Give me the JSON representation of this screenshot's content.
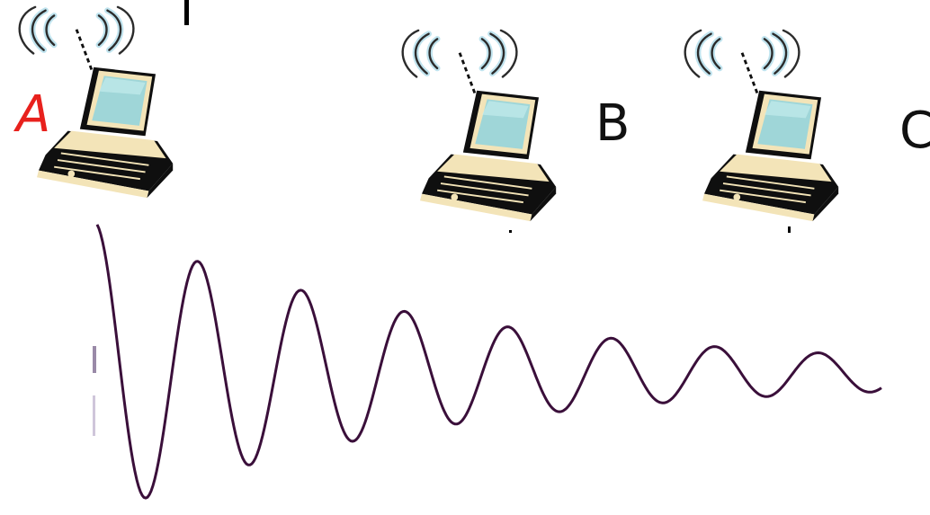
{
  "nodes": [
    {
      "id": "A",
      "label": "A",
      "label_color": "#e8211d"
    },
    {
      "id": "B",
      "label": "B",
      "label_color": "#111111"
    },
    {
      "id": "C",
      "label": "C",
      "label_color": "#111111"
    }
  ],
  "colors": {
    "wave_stroke": "#3a0f3a",
    "laptop_screen": "#9fd6d8",
    "laptop_body": "#0f0f0f",
    "laptop_trim": "#f3e4b8",
    "radio_waves": "#2b2b2b",
    "radio_glow": "#bfe3ee"
  },
  "icons": {
    "laptop": "laptop-icon",
    "radio": "wireless-signal-icon"
  }
}
